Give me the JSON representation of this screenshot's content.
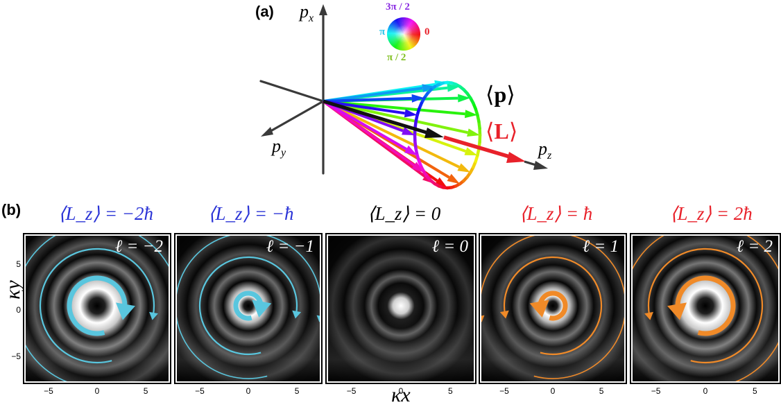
{
  "panel_a": {
    "label": "(a)",
    "axes": {
      "px": "p",
      "px_sub": "x",
      "py": "p",
      "py_sub": "y",
      "pz": "p",
      "pz_sub": "z"
    },
    "phase_wheel": {
      "top": "3π / 2",
      "left": "π",
      "right": "0",
      "bottom": "π / 2"
    },
    "p_label_open": "⟨",
    "p_label_sym": "p",
    "p_label_close": "⟩",
    "l_label_open": "⟨",
    "l_label_sym": "L",
    "l_label_close": "⟩",
    "colors": {
      "l_vector": "#e8212a",
      "wheel_top": "#8a2be2",
      "wheel_left": "#27c4e8",
      "wheel_right": "#e8212a",
      "wheel_bottom": "#7fbf1f"
    }
  },
  "panel_b": {
    "label": "(b)",
    "x_axis_label": "κx",
    "y_axis_label": "κy",
    "x_ticks": [
      "−5",
      "0",
      "5"
    ],
    "y_ticks": [
      "5",
      "0",
      "−5"
    ],
    "panels": [
      {
        "title": "⟨L_z⟩ = −2ħ",
        "ell": "ℓ = −2",
        "title_color": "#2a33d6",
        "arrow_color": "#59c6de",
        "direction": "clockwise"
      },
      {
        "title": "⟨L_z⟩ = −ħ",
        "ell": "ℓ = −1",
        "title_color": "#2a33d6",
        "arrow_color": "#59c6de",
        "direction": "clockwise"
      },
      {
        "title": "⟨L_z⟩ = 0",
        "ell": "ℓ = 0",
        "title_color": "#000000",
        "arrow_color": "",
        "direction": "none"
      },
      {
        "title": "⟨L_z⟩ = ħ",
        "ell": "ℓ = 1",
        "title_color": "#e8212a",
        "arrow_color": "#f08a28",
        "direction": "counterclockwise"
      },
      {
        "title": "⟨L_z⟩ = 2ħ",
        "ell": "ℓ = 2",
        "title_color": "#e8212a",
        "arrow_color": "#f08a28",
        "direction": "counterclockwise"
      }
    ]
  }
}
